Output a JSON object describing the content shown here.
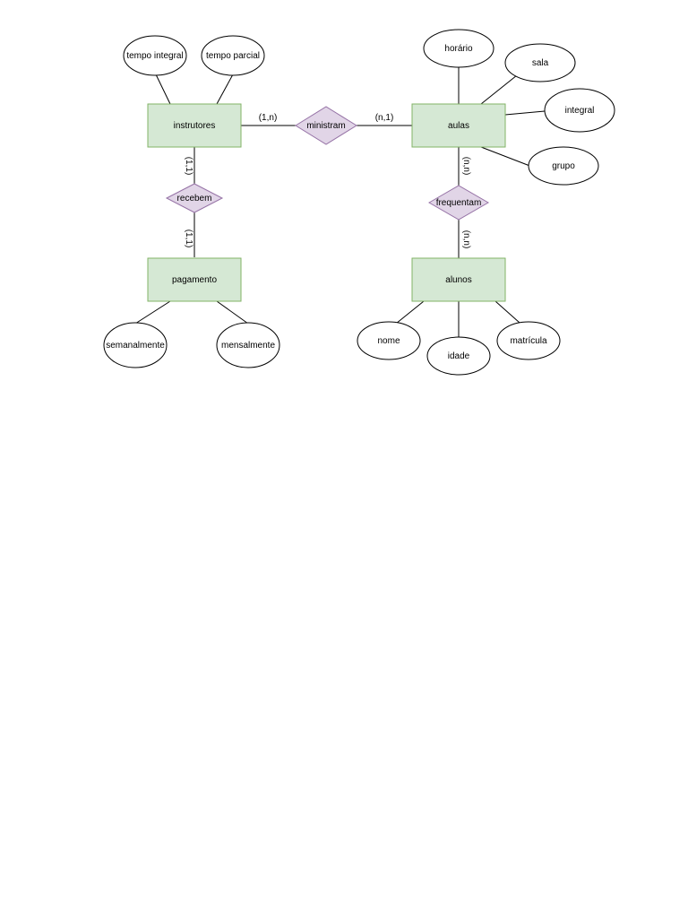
{
  "colors": {
    "entity_fill": "#d5e8d4",
    "entity_stroke": "#82b366",
    "relationship_fill": "#e1d5e7",
    "relationship_stroke": "#9673a6",
    "attribute_fill": "#ffffff",
    "line": "#000000"
  },
  "entities": {
    "instrutores": "instrutores",
    "aulas": "aulas",
    "pagamento": "pagamento",
    "alunos": "alunos"
  },
  "relationships": {
    "ministram": "ministram",
    "recebem": "recebem",
    "frequentam": "frequentam"
  },
  "attributes": {
    "tempo_integral": "tempo integral",
    "tempo_parcial": "tempo parcial",
    "horario": "horário",
    "sala": "sala",
    "integral": "integral",
    "grupo": "grupo",
    "semanalmente": "semanalmente",
    "mensalmente": "mensalmente",
    "nome": "nome",
    "idade": "idade",
    "matricula": "matrícula"
  },
  "cardinalities": {
    "instrutores_ministram": "(1,n)",
    "ministram_aulas": "(n,1)",
    "instrutores_recebem": "(1,1)",
    "recebem_pagamento": "(1,1)",
    "aulas_frequentam": "(n,n)",
    "frequentam_alunos": "(n,n)"
  }
}
